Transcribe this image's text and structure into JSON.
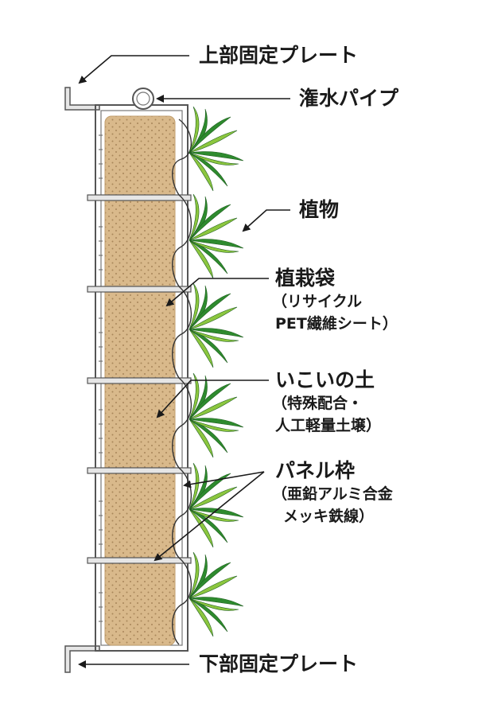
{
  "labels": {
    "top_plate": "上部固定プレート",
    "water_pipe": "潅水パイプ",
    "plant": "植物",
    "planting_bag": "植栽袋",
    "planting_bag_note_1": "（リサイクル",
    "planting_bag_note_2": "PET繊維シート）",
    "soil": "いこいの土",
    "soil_note_1": "（特殊配合・",
    "soil_note_2": "人工軽量土壌）",
    "panel_frame": "パネル枠",
    "panel_frame_note_1": "（亜鉛アルミ合金",
    "panel_frame_note_2": "メッキ鉄線）",
    "bottom_plate": "下部固定プレート"
  },
  "colors": {
    "soil_fill": "#D9B98B",
    "soil_dot": "#A9865A",
    "frame_stroke": "#555555",
    "frame_fill": "#E6E6E6",
    "leaf_dark": "#2E8B2E",
    "leaf_light": "#8CC63F",
    "line": "#1a1a1a"
  }
}
